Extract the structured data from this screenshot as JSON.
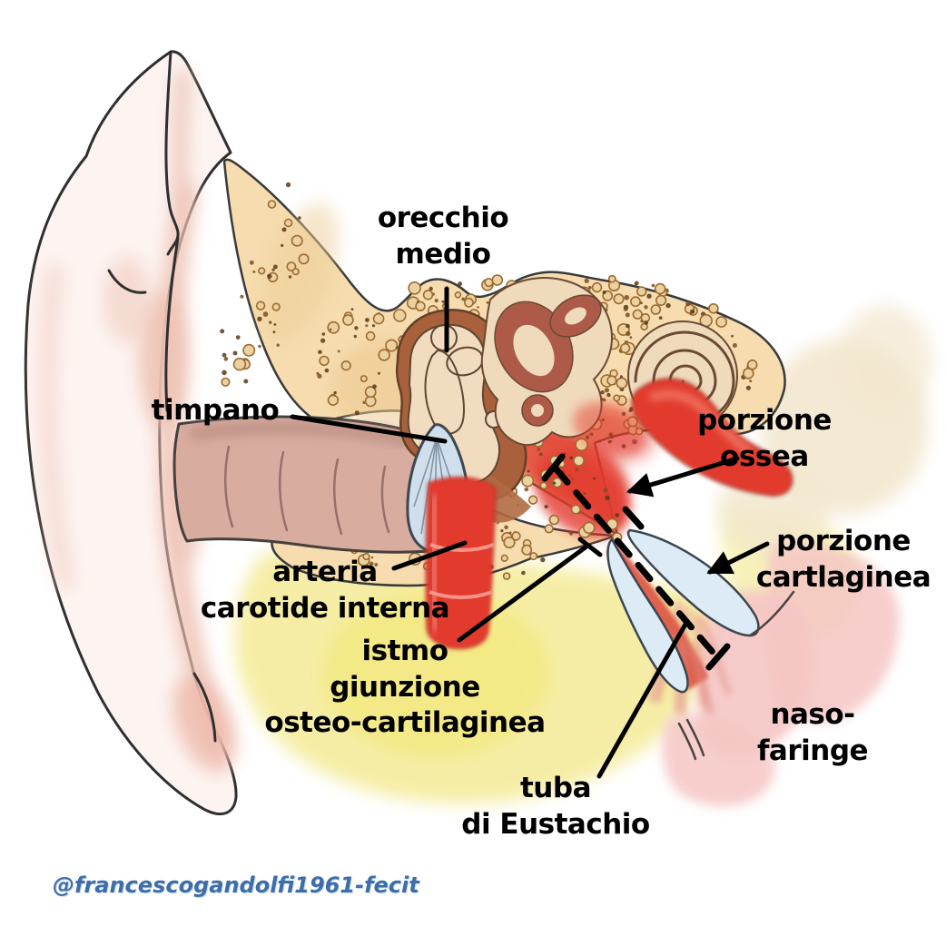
{
  "figure_type": "anatomical-diagram",
  "labels": [
    {
      "id": "orecchio-medio",
      "text": "orecchio\nmedio"
    },
    {
      "id": "timpano",
      "text": "timpano"
    },
    {
      "id": "porzione-ossea",
      "text": "porzione\nossea"
    },
    {
      "id": "porzione-cartlaginea",
      "text": "porzione\ncartlaginea"
    },
    {
      "id": "arteria-carotide-interna",
      "text": "arteria\ncarotide interna"
    },
    {
      "id": "istmo-giunzione",
      "text": "istmo\ngiunzione\nosteo-cartilaginea"
    },
    {
      "id": "naso-faringe",
      "text": "naso-faringe"
    },
    {
      "id": "tuba-di-eustachio",
      "text": "tuba\ndi Eustachio"
    }
  ],
  "attribution": "@francescogandolfi1961-fecit",
  "colors": {
    "background": "#ffffff",
    "label_text": "#000000",
    "attribution": "#3e6da8",
    "outline": "#3a3a3a",
    "bone": "#f6dcae",
    "bone_speckle": "#9c6a30",
    "skin_pink": "#efc0b2",
    "canal": "#d9aca0",
    "middle_ear_cavity": "#a9613c",
    "ossicle": "#f2dcc0",
    "eardrum": "#cfdfec",
    "inner_ear_lumen": "#ad5a48",
    "artery_red": "#e23b2e",
    "soft_tissue_yellow": "#f5eda1",
    "cartilage_blue": "#dcebf6",
    "pharynx_pink": "#f5c6c4"
  }
}
